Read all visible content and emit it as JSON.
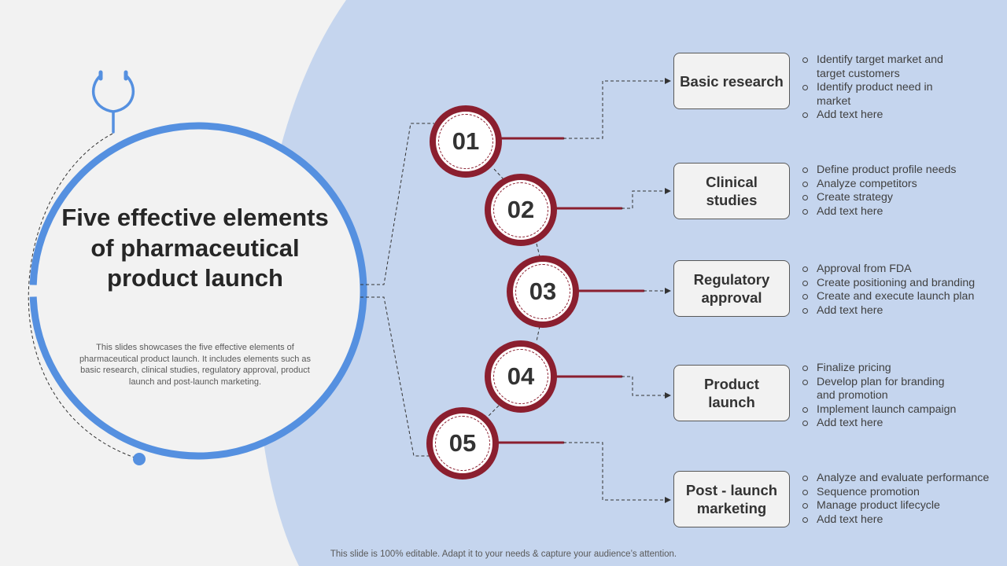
{
  "title": "Five effective elements of pharmaceutical product launch",
  "description": "This slides showcases the five effective elements of pharmaceutical product launch. It includes elements such as basic research, clinical studies, regulatory approval, product launch and post-launch marketing.",
  "footer": "This slide is 100% editable. Adapt it to your needs & capture your audience’s attention.",
  "colors": {
    "background": "#f2f2f2",
    "panel": "#c5d5ee",
    "ring": "#5590e0",
    "accent": "#8b1f2f"
  },
  "icon": "stethoscope-icon",
  "elements": [
    {
      "number": "01",
      "label": "Basic research",
      "bullets": [
        "Identify target market and target customers",
        "Identify product need in market",
        "Add text here"
      ]
    },
    {
      "number": "02",
      "label": "Clinical studies",
      "bullets": [
        "Define product profile needs",
        "Analyze competitors",
        "Create strategy",
        "Add text here"
      ]
    },
    {
      "number": "03",
      "label": "Regulatory approval",
      "bullets": [
        "Approval from FDA",
        "Create positioning and branding",
        "Create and execute launch plan",
        "Add text here"
      ]
    },
    {
      "number": "04",
      "label": "Product launch",
      "bullets": [
        "Finalize pricing",
        "Develop plan for branding and promotion",
        "Implement launch campaign",
        "Add text here"
      ]
    },
    {
      "number": "05",
      "label": "Post - launch marketing",
      "bullets": [
        "Analyze and evaluate performance",
        "Sequence promotion",
        "Manage product lifecycle",
        "Add text here"
      ]
    }
  ]
}
